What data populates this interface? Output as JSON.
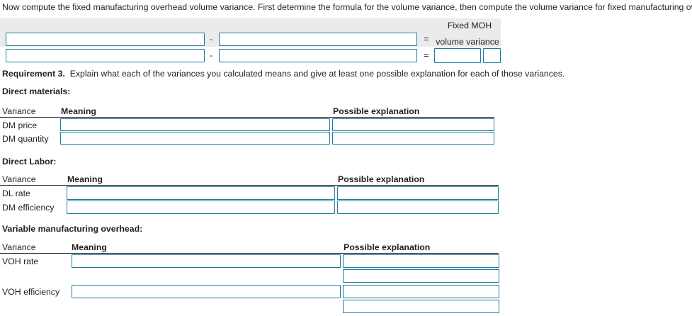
{
  "intro": {
    "text": "Now compute the fixed manufacturing overhead volume variance. First determine the formula for the volume variance, then compute the volume variance for fixed manufacturing overhead."
  },
  "formula": {
    "label_line1": "Fixed MOH",
    "label_line2": "volume variance",
    "minus": "-",
    "equals": "=",
    "row1": {
      "operand_a": "",
      "operand_b": ""
    },
    "row2": {
      "operand_a": "",
      "operand_b": "",
      "result": "",
      "result_suffix": ""
    },
    "band_color": "#ebebeb",
    "input_border_color": "#1b7b9e"
  },
  "requirement": {
    "number": "Requirement 3.",
    "text": "Explain what each of the variances you calculated means and give at least one possible explanation for each of those variances."
  },
  "columns": {
    "variance": "Variance",
    "meaning": "Meaning",
    "possible": "Possible explanation"
  },
  "sections": [
    {
      "id": "direct-materials",
      "title": "Direct materials:",
      "rows": [
        {
          "label": "DM price",
          "meaning": "",
          "explanation": ""
        },
        {
          "label": "DM quantity",
          "meaning": "",
          "explanation": ""
        }
      ]
    },
    {
      "id": "direct-labor",
      "title": "Direct Labor:",
      "rows": [
        {
          "label": "DL rate",
          "meaning": "",
          "explanation": ""
        },
        {
          "label": "DM efficiency",
          "meaning": "",
          "explanation": ""
        }
      ]
    },
    {
      "id": "variable-moh",
      "title": "Variable manufacturing overhead:",
      "rows": [
        {
          "label": "VOH rate",
          "meaning": "",
          "explanation": "",
          "explanation2": ""
        },
        {
          "label": "VOH efficiency",
          "meaning": "",
          "explanation": "",
          "explanation2": ""
        }
      ]
    }
  ]
}
